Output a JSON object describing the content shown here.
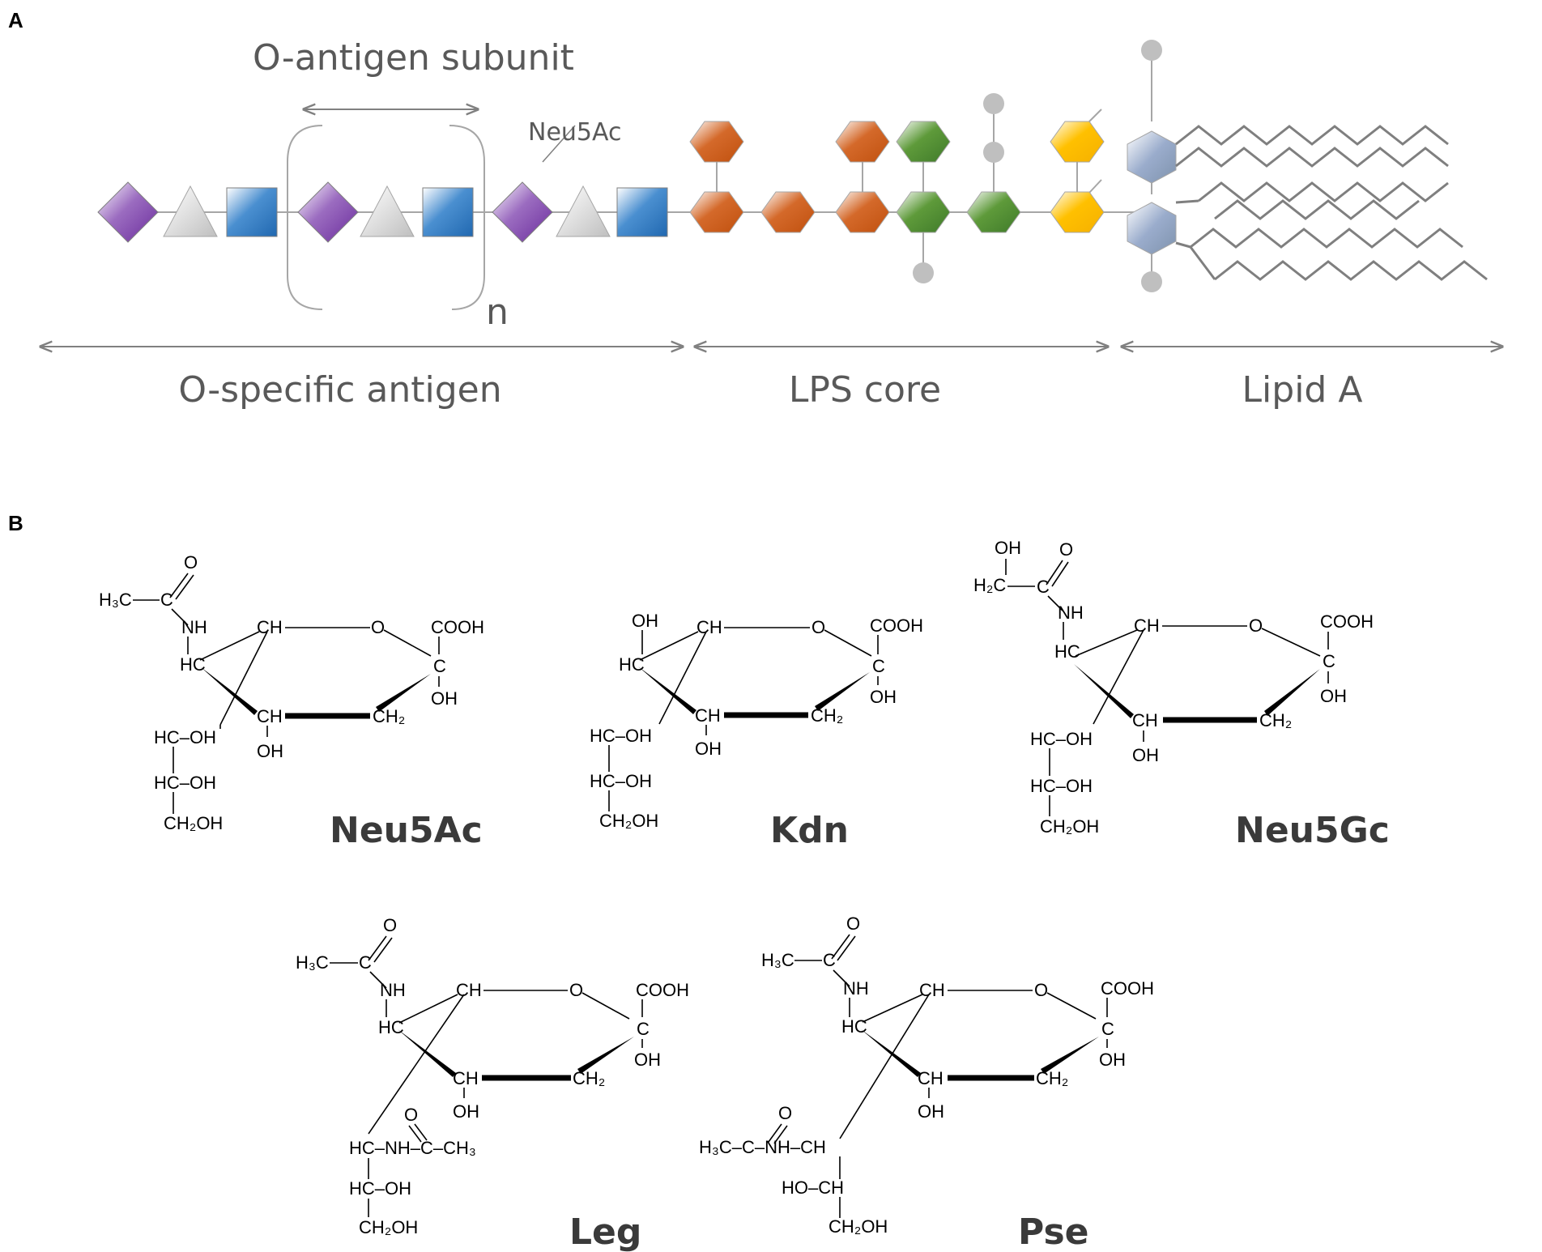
{
  "panels": {
    "a": "A",
    "b": "B"
  },
  "panel_a": {
    "subunit_label": "O-antigen subunit",
    "repeat_label": "n",
    "neu5ac_label": "Neu5Ac",
    "region_labels": [
      "O-specific antigen",
      "LPS core",
      "Lipid A"
    ]
  },
  "colors": {
    "purple": "#7030a0",
    "blue": "#2e75b6",
    "grey": "#bfbfbf",
    "orange": "#c55a11",
    "green": "#548235",
    "yellow": "#ffc000",
    "lipid": "#8497b0",
    "phosphate": "#bfbfbf"
  },
  "panel_b": {
    "molecules": [
      {
        "name": "Neu5Ac",
        "atoms": {
          "o_top": "O",
          "h3c": "H₃C",
          "c_top": "C",
          "nh": "NH",
          "ch_ring": "CH",
          "o_ring": "O",
          "cooh": "COOH",
          "hc": "HC",
          "c_anomeric": "C",
          "oh_anomeric": "OH",
          "ch_bottom": "CH",
          "ch2_ring": "CH₂",
          "oh_ring": "OH",
          "hc_oh_1": "HC–OH",
          "hc_oh_2": "HC–OH",
          "ch2oh": "CH₂OH"
        }
      },
      {
        "name": "Kdn",
        "atoms": {
          "oh_top": "OH",
          "ch_ring": "CH",
          "o_ring": "O",
          "cooh": "COOH",
          "hc": "HC",
          "c_anomeric": "C",
          "oh_anomeric": "OH",
          "ch_bottom": "CH",
          "ch2_ring": "CH₂",
          "oh_ring": "OH",
          "hc_oh_1": "HC–OH",
          "hc_oh_2": "HC–OH",
          "ch2oh": "CH₂OH"
        }
      },
      {
        "name": "Neu5Gc",
        "atoms": {
          "oh_top": "OH",
          "o_top": "O",
          "h2c": "H₂C",
          "c_top": "C",
          "nh": "NH",
          "ch_ring": "CH",
          "o_ring": "O",
          "cooh": "COOH",
          "hc": "HC",
          "c_anomeric": "C",
          "oh_anomeric": "OH",
          "ch_bottom": "CH",
          "ch2_ring": "CH₂",
          "oh_ring": "OH",
          "hc_oh_1": "HC–OH",
          "hc_oh_2": "HC–OH",
          "ch2oh": "CH₂OH"
        }
      },
      {
        "name": "Leg",
        "atoms": {
          "o_top": "O",
          "h3c": "H₃C",
          "c_top": "C",
          "nh": "NH",
          "ch_ring": "CH",
          "o_ring": "O",
          "cooh": "COOH",
          "hc": "HC",
          "c_anomeric": "C",
          "oh_anomeric": "OH",
          "ch_bottom": "CH",
          "ch2_ring": "CH₂",
          "oh_ring": "OH",
          "o_side": "O",
          "hc_nh_c_ch3": "HC–NH–C–CH₃",
          "hc_oh": "HC–OH",
          "ch2oh": "CH₂OH"
        }
      },
      {
        "name": "Pse",
        "atoms": {
          "o_top": "O",
          "h3c": "H₃C",
          "c_top": "C",
          "nh": "NH",
          "ch_ring": "CH",
          "o_ring": "O",
          "cooh": "COOH",
          "hc": "HC",
          "c_anomeric": "C",
          "oh_anomeric": "OH",
          "ch_bottom": "CH",
          "ch2_ring": "CH₂",
          "oh_ring": "OH",
          "o_side": "O",
          "h3c_c_nh_ch": "H₃C–C–NH–CH",
          "ho_ch": "HO–CH",
          "ch2oh": "CH₂OH"
        }
      }
    ]
  }
}
